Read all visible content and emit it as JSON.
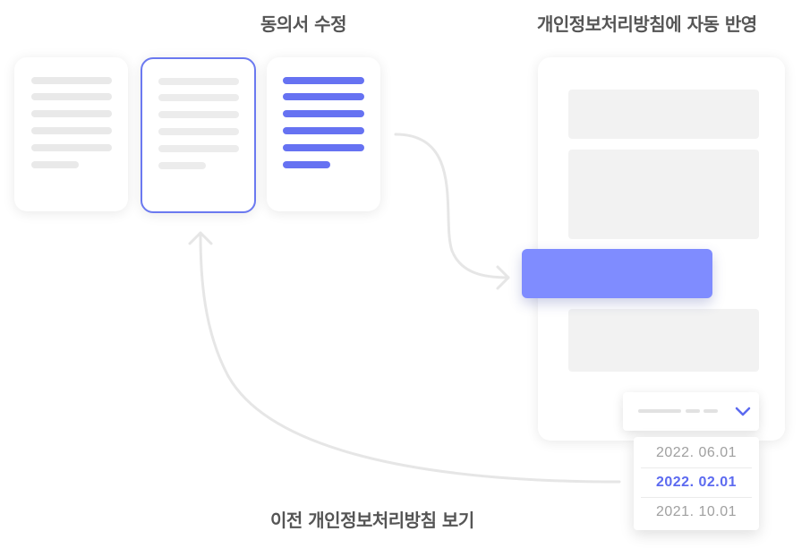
{
  "labels": {
    "edit_consent": "동의서 수정",
    "auto_reflect": "개인정보처리방침에 자동 반영",
    "view_previous": "이전 개인정보처리방침 보기"
  },
  "versions": [
    {
      "date": "2022. 06.01",
      "selected": false
    },
    {
      "date": "2022. 02.01",
      "selected": true
    },
    {
      "date": "2021. 10.01",
      "selected": false
    }
  ],
  "icons": {
    "dropdown": "chevron-down-icon",
    "flow": "arrow-icon"
  },
  "colors": {
    "accent": "#6b79f0",
    "highlight": "#7f8cff",
    "selected_text": "#5c6af0",
    "muted": "#e9e9e9"
  }
}
